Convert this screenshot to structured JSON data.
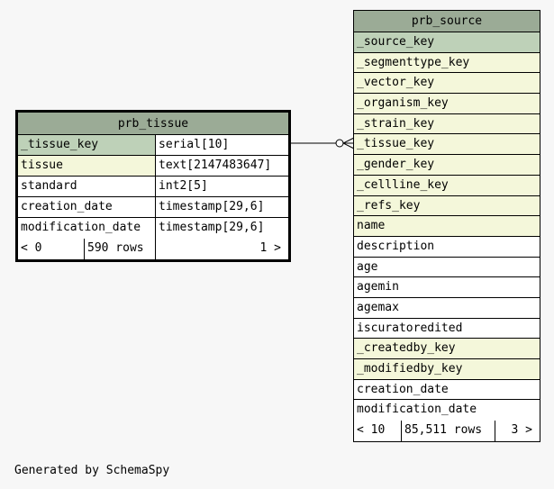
{
  "tables": {
    "prb_tissue": {
      "title": "prb_tissue",
      "columns": [
        {
          "name": "_tissue_key",
          "type": "serial[10]",
          "kind": "pk"
        },
        {
          "name": "tissue",
          "type": "text[2147483647]",
          "kind": "fk"
        },
        {
          "name": "standard",
          "type": "int2[5]",
          "kind": "plain"
        },
        {
          "name": "creation_date",
          "type": "timestamp[29,6]",
          "kind": "plain"
        },
        {
          "name": "modification_date",
          "type": "timestamp[29,6]",
          "kind": "plain"
        }
      ],
      "footer": {
        "parents": "< 0",
        "rows": "590 rows",
        "children": "1 >"
      }
    },
    "prb_source": {
      "title": "prb_source",
      "columns": [
        {
          "name": "_source_key",
          "kind": "pk"
        },
        {
          "name": "_segmenttype_key",
          "kind": "fk"
        },
        {
          "name": "_vector_key",
          "kind": "fk"
        },
        {
          "name": "_organism_key",
          "kind": "fk"
        },
        {
          "name": "_strain_key",
          "kind": "fk"
        },
        {
          "name": "_tissue_key",
          "kind": "fk"
        },
        {
          "name": "_gender_key",
          "kind": "fk"
        },
        {
          "name": "_cellline_key",
          "kind": "fk"
        },
        {
          "name": "_refs_key",
          "kind": "fk"
        },
        {
          "name": "name",
          "kind": "fk"
        },
        {
          "name": "description",
          "kind": "plain"
        },
        {
          "name": "age",
          "kind": "plain"
        },
        {
          "name": "agemin",
          "kind": "plain"
        },
        {
          "name": "agemax",
          "kind": "plain"
        },
        {
          "name": "iscuratoredited",
          "kind": "plain"
        },
        {
          "name": "_createdby_key",
          "kind": "fk"
        },
        {
          "name": "_modifiedby_key",
          "kind": "fk"
        },
        {
          "name": "creation_date",
          "kind": "plain"
        },
        {
          "name": "modification_date",
          "kind": "plain"
        }
      ],
      "footer": {
        "parents": "< 10",
        "rows": "85,511 rows",
        "children": "3 >"
      }
    }
  },
  "colors": {
    "title_bg": "#9bab96",
    "pk_bg": "#bed1b8",
    "fk_bg": "#f4f7da",
    "plain_bg": "#ffffff",
    "page_bg": "#f7f7f7"
  },
  "footer_note": "Generated by SchemaSpy"
}
